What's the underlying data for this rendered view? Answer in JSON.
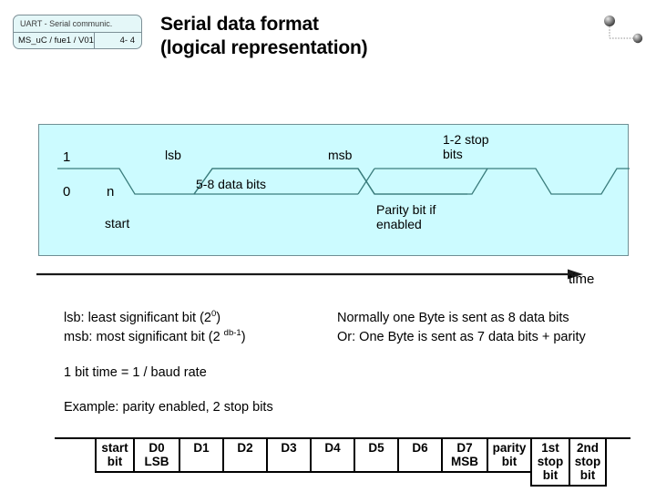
{
  "badge": {
    "title": "UART - Serial communic.",
    "course": "MS_uC / fue1 / V01",
    "page": "4- 4"
  },
  "slide": {
    "title": "Serial data format\n(logical representation)"
  },
  "waveform": {
    "level_high": "1",
    "level_low": "0",
    "start_marker": "n",
    "start_label": "start",
    "lsb_label": "lsb",
    "msb_label": "msb",
    "data_bits_label": "5-8 data bits",
    "parity_label": "Parity bit if\nenabled",
    "stop_label": "1-2 stop\nbits",
    "panel_color": "#ccfbff",
    "panel_border_color": "#6f8f95",
    "trace_color": "#3b7d7d"
  },
  "axis": {
    "time_label": "time"
  },
  "notes": {
    "lsb_prefix": "lsb: least significant bit (2",
    "lsb_sup": "0",
    "lsb_suffix": ")",
    "msb_prefix": "msb: most significant bit (2 ",
    "msb_sup": "db-1",
    "msb_suffix": ")",
    "bit_time": "1 bit time = 1 / baud rate",
    "example": "Example: parity enabled, 2 stop bits",
    "normally": "Normally one Byte is sent as 8 data bits",
    "or": "Or: One Byte is sent as 7 data bits + parity"
  },
  "frame_table": {
    "cells": [
      {
        "text": "start\nbit",
        "width": "w-start",
        "tall": false
      },
      {
        "text": "D0\nLSB",
        "width": "w-d0",
        "tall": false
      },
      {
        "text": "D1",
        "width": "w-data",
        "tall": false
      },
      {
        "text": "D2",
        "width": "w-data",
        "tall": false
      },
      {
        "text": "D3",
        "width": "w-data",
        "tall": false
      },
      {
        "text": "D4",
        "width": "w-data",
        "tall": false
      },
      {
        "text": "D5",
        "width": "w-data",
        "tall": false
      },
      {
        "text": "D6",
        "width": "w-data",
        "tall": false
      },
      {
        "text": "D7\nMSB",
        "width": "w-d0",
        "tall": false
      },
      {
        "text": "parity\nbit",
        "width": "w-parity",
        "tall": false
      },
      {
        "text": "1st\nstop\nbit",
        "width": "w-stop",
        "tall": true
      },
      {
        "text": "2nd\nstop\nbit",
        "width": "w-stop",
        "tall": true
      }
    ]
  }
}
